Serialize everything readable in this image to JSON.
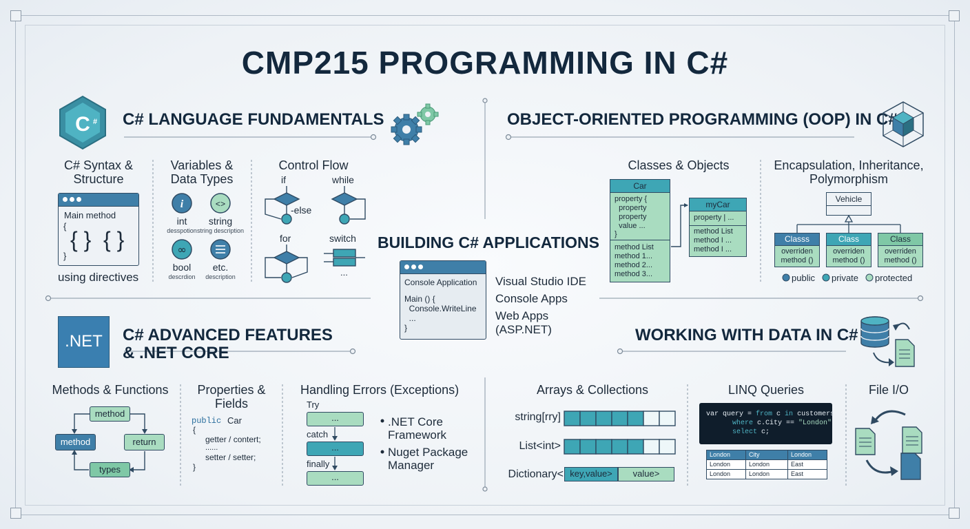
{
  "title": "CMP215 PROGRAMMING IN C#",
  "fundamentals": {
    "logo": "C#",
    "heading": "C# LANGUAGE FUNDAMENTALS",
    "syntax": {
      "title_line1": "C# Syntax &",
      "title_line2": "Structure",
      "main_method": "Main method",
      "brace_small": "{",
      "braces": "{ }  { }",
      "brace_close": "}",
      "using": "using directives"
    },
    "variables": {
      "title_line1": "Variables &",
      "title_line2": "Data Types",
      "types": [
        {
          "name": "int",
          "desc": "desspotion",
          "icon": "info-icon"
        },
        {
          "name": "string",
          "desc": "string description",
          "icon": "code-icon"
        },
        {
          "name": "bool",
          "desc": "descrdion",
          "icon": "infinity-icon"
        },
        {
          "name": "etc.",
          "desc": "description",
          "icon": "list-icon"
        }
      ]
    },
    "control": {
      "title": "Control Flow",
      "if": "if",
      "else": "-else",
      "while": "while",
      "for": "for",
      "switch": "switch",
      "ellipsis": "..."
    }
  },
  "oop": {
    "heading": "OBJECT-ORIENTED PROGRAMMING (OOP) IN C#",
    "classes": {
      "title": "Classes & Objects",
      "class_name": "Car",
      "props": [
        "property {",
        "  property",
        "  property",
        "  value ...",
        "}"
      ],
      "methods": [
        "method List",
        "method 1...",
        "method 2...",
        "method 3..."
      ],
      "obj_name": "myCar",
      "obj_prop": "property | ...",
      "obj_methods": [
        "method List",
        "method I ...",
        "method I ..."
      ]
    },
    "pillars": {
      "title_line1": "Encapsulation, Inheritance,",
      "title_line2": "Polymorphism",
      "base": "Vehicle",
      "children": [
        {
          "name": "Classs",
          "body_line1": "overriden",
          "body_line2": "method ()"
        },
        {
          "name": "Class",
          "body_line1": "overriden",
          "body_line2": "method ()"
        },
        {
          "name": "Class",
          "body_line1": "overriden",
          "body_line2": "method ()"
        }
      ],
      "access": [
        "public",
        "private",
        "protected"
      ],
      "access_colors": [
        "#3f7fa8",
        "#3ea6b5",
        "#a9dcc0"
      ]
    }
  },
  "building": {
    "heading": "BUILDING C# APPLICATIONS",
    "console_title": "Console Application",
    "code": [
      "Main () {",
      "  Console.WriteLine",
      "  ...",
      "}"
    ],
    "items": [
      "Visual Studio IDE",
      "Console Apps",
      "Web Apps",
      "(ASP.NET)"
    ]
  },
  "advanced": {
    "logo": ".NET",
    "heading_line1": "C# ADVANCED FEATURES",
    "heading_line2": "& .NET CORE",
    "methods": {
      "title": "Methods & Functions",
      "nodes": [
        "method",
        "method",
        "return",
        "types"
      ]
    },
    "properties": {
      "title_line1": "Properties &",
      "title_line2": "Fields",
      "code_kw": "public",
      "code_name": "Car",
      "code": [
        "{",
        "getter / contert;",
        "......",
        "setter / setter;",
        "}"
      ]
    },
    "errors": {
      "title": "Handling Errors (Exceptions)",
      "try": "Try",
      "catch": "catch",
      "finally": "finally",
      "block": "...",
      "bullets": [
        ".NET Core Framework",
        "Nuget Package Manager"
      ],
      "bullet_lines": [
        ".NET Core",
        "Framework",
        "Nuget Package",
        "Manager"
      ]
    }
  },
  "data": {
    "heading": "WORKING WITH DATA IN C#",
    "arrays": {
      "title": "Arrays & Collections",
      "labels": [
        "string[rry]",
        "List<int>",
        "Dictionary<"
      ],
      "dict_key": "key,value>",
      "dict_value": "value>"
    },
    "linq": {
      "title": "LINQ Queries",
      "query_line1_a": "var query = ",
      "query_line1_kw": "from",
      "query_line1_b": " c ",
      "query_line1_kw2": "in",
      "query_line1_c": " customers",
      "query_line2_kw": "where",
      "query_line2_b": " c.City == ",
      "query_line2_str": "\"London\"",
      "query_line3_kw": "select",
      "query_line3_b": " c;",
      "table_headers": [
        "London",
        "City",
        "London"
      ],
      "table_rows": [
        [
          "London",
          "London",
          "East"
        ],
        [
          "London",
          "London",
          "East"
        ]
      ]
    },
    "fileio": {
      "title": "File I/O"
    }
  },
  "colors": {
    "navy": "#13283d",
    "teal": "#3ea6b5",
    "blue": "#3f7fa8",
    "green": "#a9dcc0",
    "code_bg": "#0f1d2b"
  }
}
